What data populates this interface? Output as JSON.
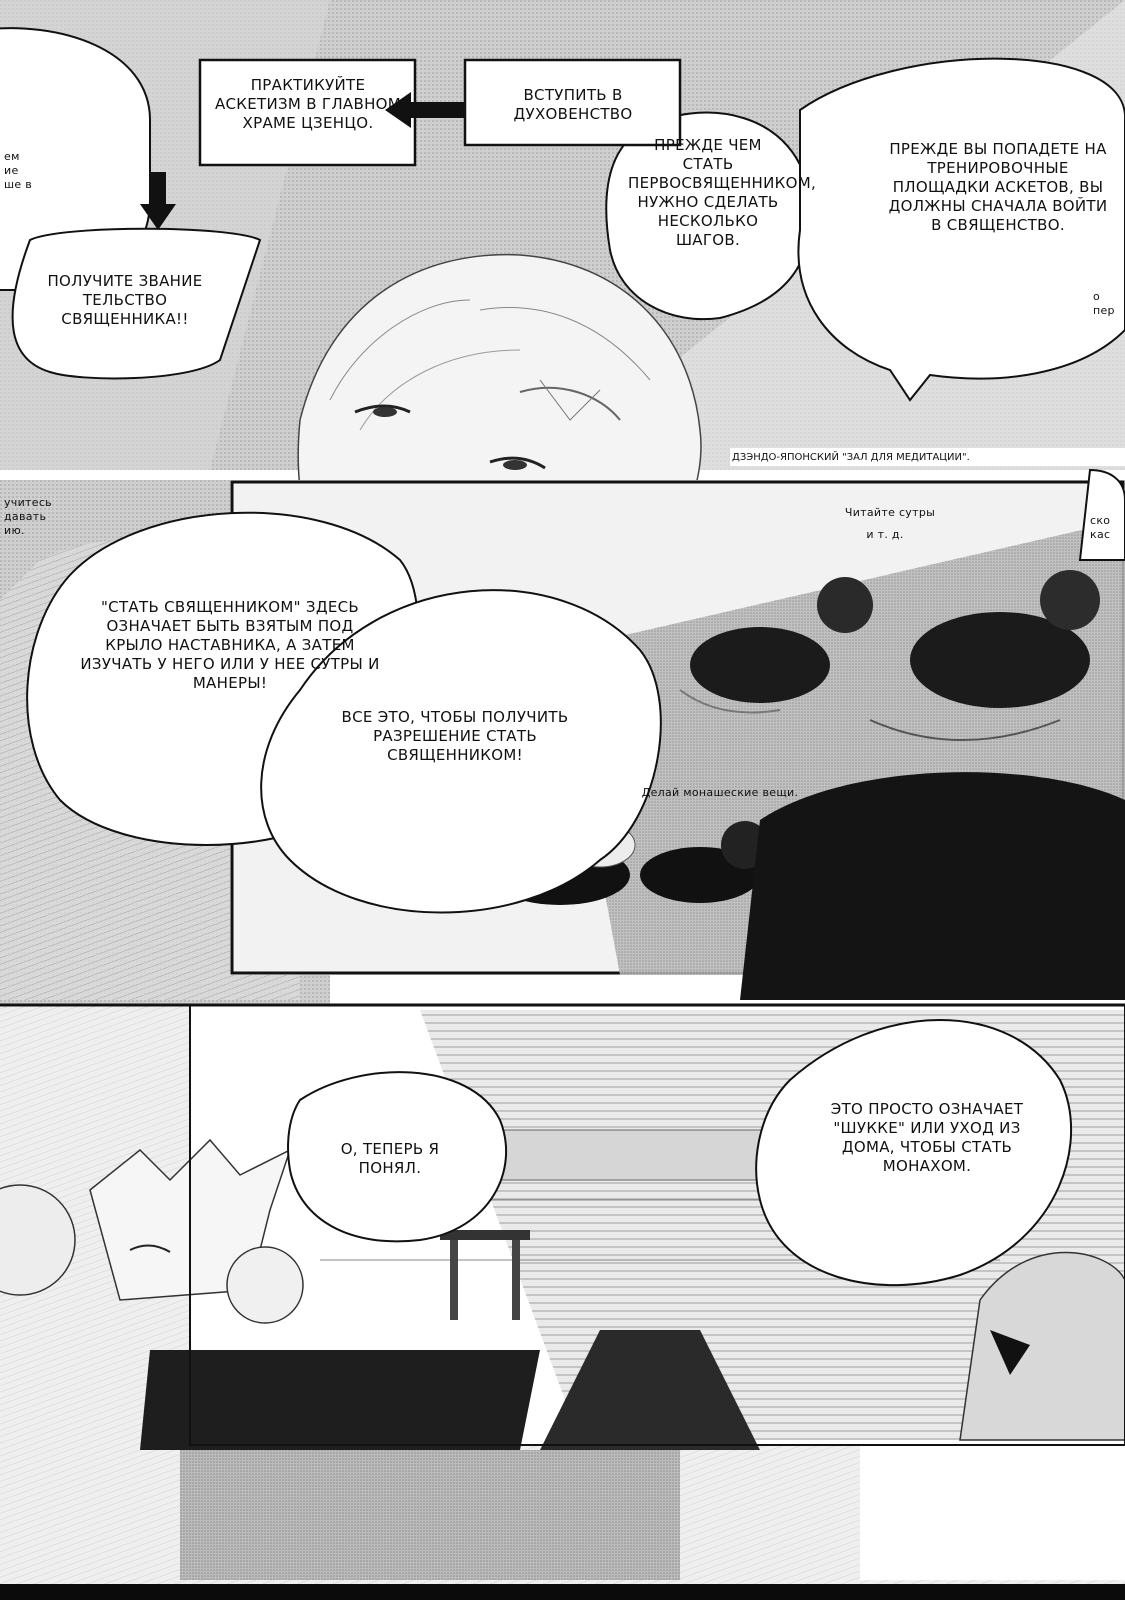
{
  "balloons": {
    "practice": "Практикуйте аскетизм в главном храме Цзенцо.",
    "enter_clergy": "Вступить в духовенство",
    "get_rank": "Получите звание тельство священника!!",
    "steps": "Прежде чем стать первосвященником, нужно сделать несколько шагов.",
    "before_training": "Прежде вы попадете на тренировочные площадки аскетов, вы должны сначала войти в священство.",
    "become_priest": "\"Стать священником\" здесь означает быть взятым под крыло наставника, а затем изучать у него или у нее сутры и манеры!",
    "all_this": "Все это, чтобы получить разрешение стать священником!",
    "understood": "О, теперь я понял.",
    "shukke": "Это просто означает \"шукке\" или уход из дома, чтобы стать монахом."
  },
  "fragments": {
    "left_edge_top": "ем ие ше в",
    "left_edge_mid": "учитесь давать ию.",
    "right_edge_top": "о пер",
    "right_panel_edge": "ско кас"
  },
  "captions": {
    "meditation_hall": "Дзэндо-японский \"Зал для медитации\".",
    "read_sutras": "Читайте сутры",
    "read_sutras_2": "и т. д.",
    "monk_things": "Делай монашеские вещи."
  },
  "icons": {
    "arrow_left": "arrow-left-icon",
    "arrow_down": "arrow-down-icon"
  }
}
